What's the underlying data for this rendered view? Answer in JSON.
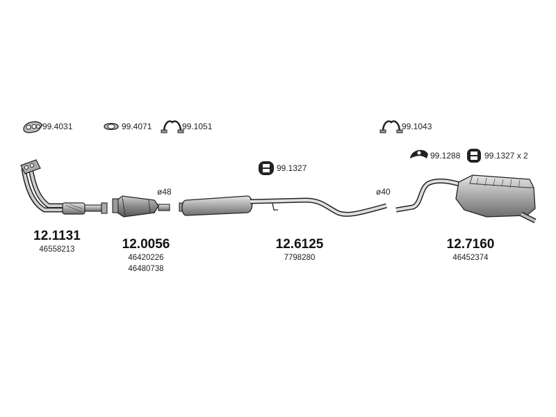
{
  "accessories": {
    "gasket_1": "99.4031",
    "gasket_2": "99.4071",
    "clamp_1": "99.1051",
    "clamp_2": "99.1043",
    "mount_1": "99.1327",
    "mount_2": "99.1288",
    "mount_3": "99.1327 x 2"
  },
  "diameters": {
    "front": "ø48",
    "rear": "ø40"
  },
  "parts": [
    {
      "number": "12.1131",
      "oem": [
        "46558213"
      ]
    },
    {
      "number": "12.0056",
      "oem": [
        "46420226",
        "46480738"
      ]
    },
    {
      "number": "12.6125",
      "oem": [
        "7798280"
      ]
    },
    {
      "number": "12.7160",
      "oem": [
        "46452374"
      ]
    }
  ]
}
